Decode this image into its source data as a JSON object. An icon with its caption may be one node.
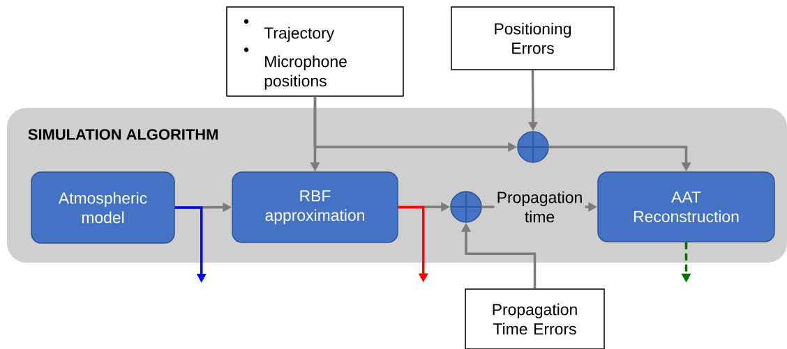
{
  "diagram": {
    "nodes": [
      {
        "text": [
          "SIMULATION ALGORITHM"
        ]
      },
      {
        "text": [
          "Atmospheric model"
        ],
        "in": 0
      },
      {
        "text": [
          "RBF approximation"
        ],
        "in": 0
      },
      {
        "text": [
          "AAT Reconstruction"
        ],
        "in": 0
      },
      {
        "text": [],
        "shape": "circle",
        "in": 0
      },
      {
        "text": [],
        "shape": "circle",
        "in": 0
      },
      {
        "text": [
          "Trajectory",
          "Microphone positions"
        ]
      },
      {
        "text": [
          "Positioning Errors"
        ]
      },
      {
        "text": [
          "Propagation Time Errors"
        ]
      }
    ],
    "edges": [
      {
        "from": 6,
        "to": 2,
        "arrow": "to"
      },
      {
        "from": 6,
        "to": 4,
        "arrow": "to"
      },
      {
        "from": 7,
        "to": 4,
        "arrow": "to"
      },
      {
        "from": 4,
        "to": 3,
        "arrow": "to"
      },
      {
        "from": 1,
        "to": 2,
        "arrow": "to"
      },
      {
        "from": 2,
        "to": 5,
        "arrow": "to"
      },
      {
        "from": 5,
        "to": 3,
        "arrow": "to",
        "label": "Propagation time"
      },
      {
        "from": 8,
        "to": 5,
        "arrow": "to"
      },
      {
        "from": 1,
        "to": null,
        "arrow": "to",
        "color": "#0000ff"
      },
      {
        "from": 2,
        "to": null,
        "arrow": "to",
        "color": "#ff0000"
      },
      {
        "from": 3,
        "to": null,
        "arrow": "to",
        "style": "dashed",
        "color": "#007000"
      }
    ]
  }
}
